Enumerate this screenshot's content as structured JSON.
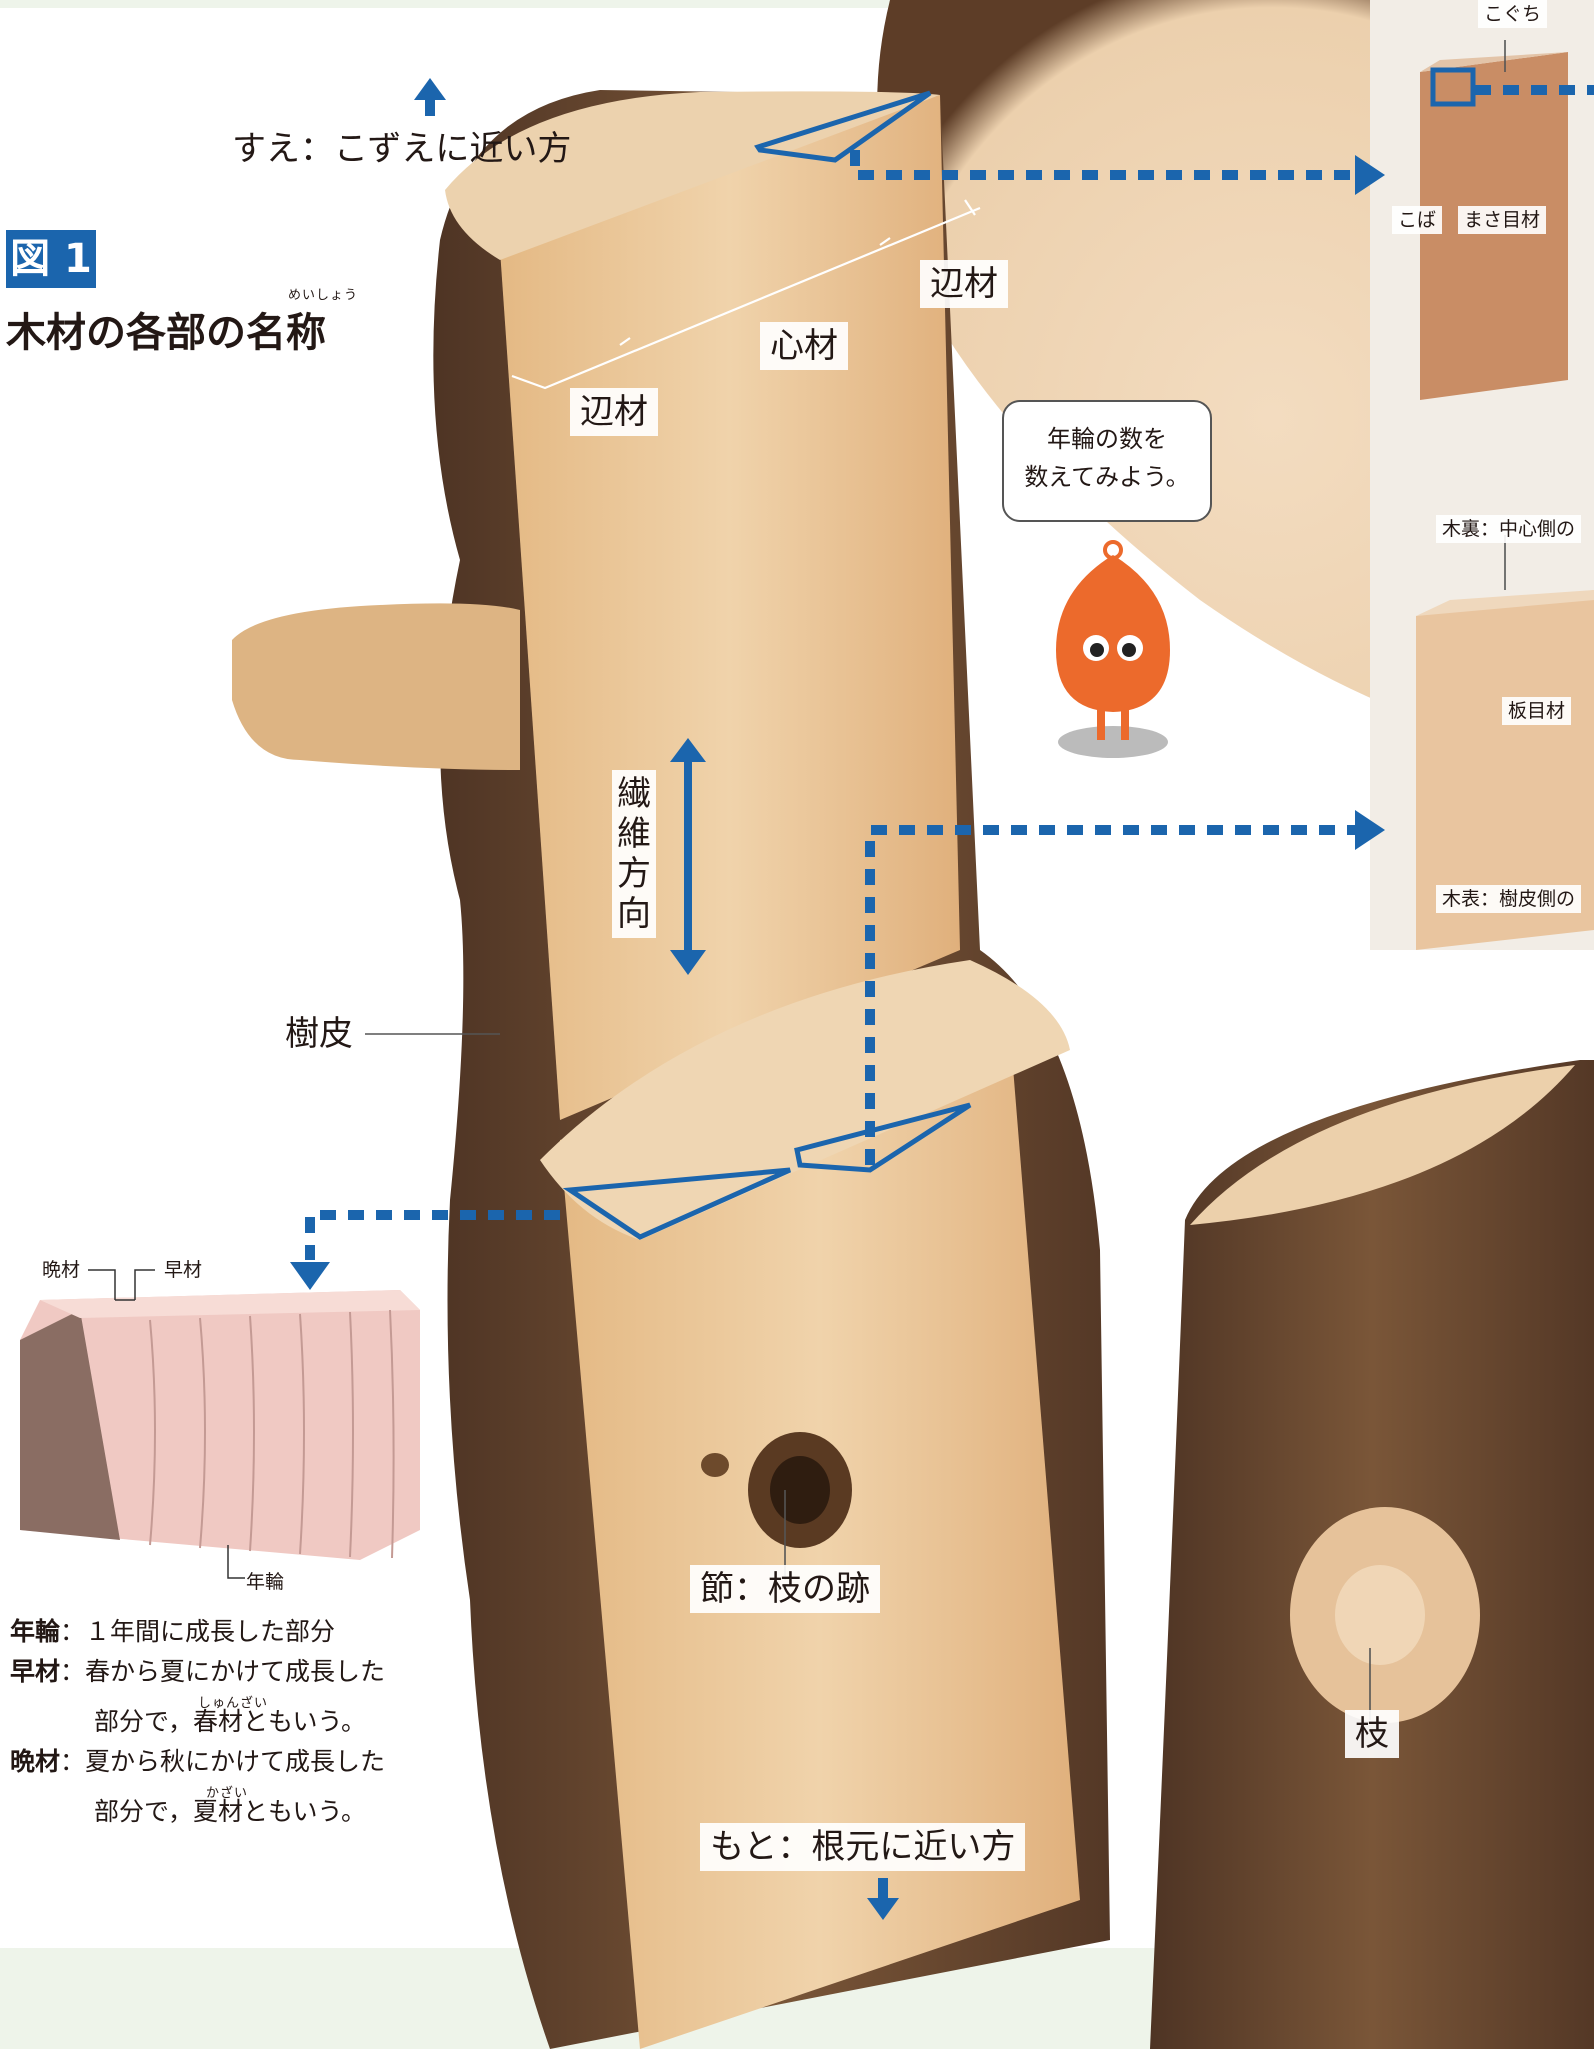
{
  "figure": {
    "badge": "図 1",
    "title": "木材の各部の名称",
    "title_ruby": "めいしょう"
  },
  "labels": {
    "sue": "すえ：こずえに近い方",
    "motowa": "もと：根元に近い方",
    "henzai_right": "辺材",
    "henzai_left": "辺材",
    "shinzai": "心材",
    "fiber_direction": "繊維方向",
    "bark": "樹皮",
    "knot": "節：枝の跡",
    "branch": "枝"
  },
  "bubble": {
    "line1": "年輪の数を",
    "line2": "数えてみよう。"
  },
  "board_panel": {
    "koguchi": "こぐち",
    "koba": "こば",
    "masame": "まさ目材",
    "kiura": "木裏：中心側の",
    "itame": "板目材",
    "kiomote": "木表：樹皮側の"
  },
  "growth": {
    "bankaizai": "晩材",
    "sozai": "早材",
    "nenrin": "年輪"
  },
  "legend": [
    {
      "term": "年輪",
      "desc": "：１年間に成長した部分"
    },
    {
      "term": "早材",
      "desc": "：春から夏にかけて成長した",
      "desc2": "部分で，春材ともいう。",
      "ruby": "しゅんざい"
    },
    {
      "term": "晩材",
      "desc": "：夏から秋にかけて成長した",
      "desc2": "部分で，夏材ともいう。",
      "ruby": "かざい"
    }
  ],
  "colors": {
    "accent": "#1b65ad",
    "wood": "#e9c79a",
    "bark": "#6b4a30",
    "bg_green": "#eef4ea"
  }
}
